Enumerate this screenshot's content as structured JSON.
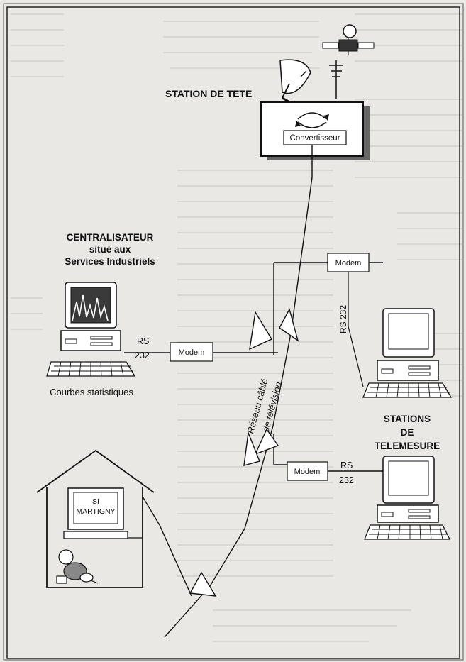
{
  "diagram": {
    "head_station": {
      "title": "STATION DE TETE",
      "converter_label": "Convertisseur"
    },
    "centralizer": {
      "title_line1": "CENTRALISATEUR",
      "title_line2": "situé aux",
      "title_line3": "Services Industriels",
      "caption": "Courbes statistiques",
      "rs_line1": "RS",
      "rs_line2": "232",
      "modem_label": "Modem"
    },
    "network": {
      "label_line1": "Réseau câblé",
      "label_line2": "de télévision"
    },
    "telemetry": {
      "title_line1": "STATIONS",
      "title_line2": "DE",
      "title_line3": "TELEMESURE",
      "upper_modem_label": "Modem",
      "upper_rs": "RS 232",
      "lower_modem_label": "Modem",
      "lower_rs_line1": "RS",
      "lower_rs_line2": "232"
    },
    "house": {
      "box_line1": "SI",
      "box_line2": "MARTIGNY"
    }
  }
}
